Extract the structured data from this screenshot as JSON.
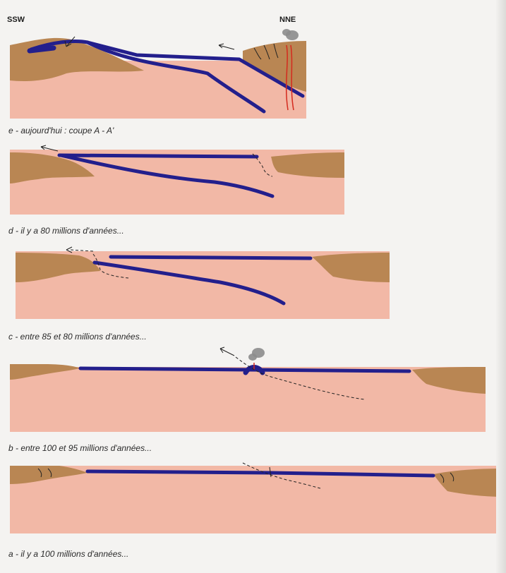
{
  "orientation": {
    "left": "SSW",
    "right": "NNE"
  },
  "colors": {
    "mantle": "#f2b8a6",
    "crust": "#b98653",
    "ocean_crust": "#231f8c",
    "fault": "#222222",
    "magma": "#d42a1e",
    "smoke": "#8c8c8c"
  },
  "panels": [
    {
      "id": "e",
      "caption": "e - aujourd'hui : coupe A - A'"
    },
    {
      "id": "d",
      "caption": "d - il y a 80 millions d'années..."
    },
    {
      "id": "c",
      "caption": "c - entre 85 et 80 millions d'années..."
    },
    {
      "id": "b",
      "caption": "b - entre 100 et 95 millions d'années..."
    },
    {
      "id": "a",
      "caption": "a - il y a 100 millions d'années..."
    }
  ]
}
